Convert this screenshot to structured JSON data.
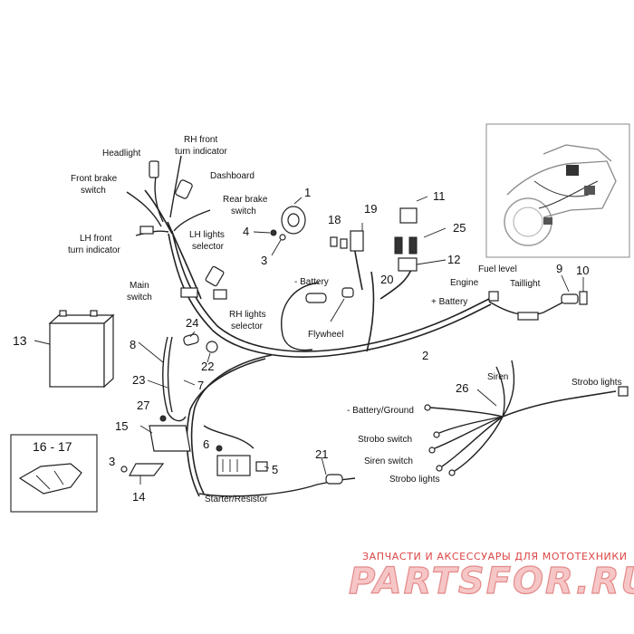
{
  "labels": {
    "headlight": "Headlight",
    "rh_front_turn_1": "RH front",
    "rh_front_turn_2": "turn indicator",
    "dashboard": "Dashboard",
    "front_brake_1": "Front brake",
    "front_brake_2": "switch",
    "rear_brake_1": "Rear brake",
    "rear_brake_2": "switch",
    "lh_front_turn_1": "LH front",
    "lh_front_turn_2": "turn indicator",
    "lh_lights_1": "LH lights",
    "lh_lights_2": "selector",
    "main_switch_1": "Main",
    "main_switch_2": "switch",
    "rh_lights_1": "RH lights",
    "rh_lights_2": "selector",
    "minus_battery": "- Battery",
    "flywheel": "Flywheel",
    "engine": "Engine",
    "plus_battery": "+ Battery",
    "fuel_level": "Fuel level",
    "taillight": "Taillight",
    "strobo_lights_right": "Strobo lights",
    "siren": "Siren",
    "battery_ground": "- Battery/Ground",
    "strobo_switch": "Strobo switch",
    "siren_switch": "Siren switch",
    "strobo_lights_bottom": "Strobo lights",
    "starter_resistor": "Starter/Resistor"
  },
  "numbers": {
    "n1": "1",
    "n2": "2",
    "n3a": "3",
    "n3b": "3",
    "n4": "4",
    "n5": "5",
    "n6": "6",
    "n7": "7",
    "n8": "8",
    "n9": "9",
    "n10": "10",
    "n11": "11",
    "n12": "12",
    "n13": "13",
    "n14": "14",
    "n15": "15",
    "n16_17": "16 - 17",
    "n18": "18",
    "n19": "19",
    "n20": "20",
    "n21": "21",
    "n22": "22",
    "n23": "23",
    "n24": "24",
    "n25": "25",
    "n26": "26",
    "n27": "27"
  },
  "watermark": {
    "top": "ЗАПЧАСТИ И АКСЕССУАРЫ ДЛЯ МОТОТЕХНИКИ",
    "brand": "PARTSFOR.RU"
  },
  "colors": {
    "line": "#222222",
    "watermark_red": "#dd4444",
    "watermark_pink": "#f6c6c6"
  }
}
